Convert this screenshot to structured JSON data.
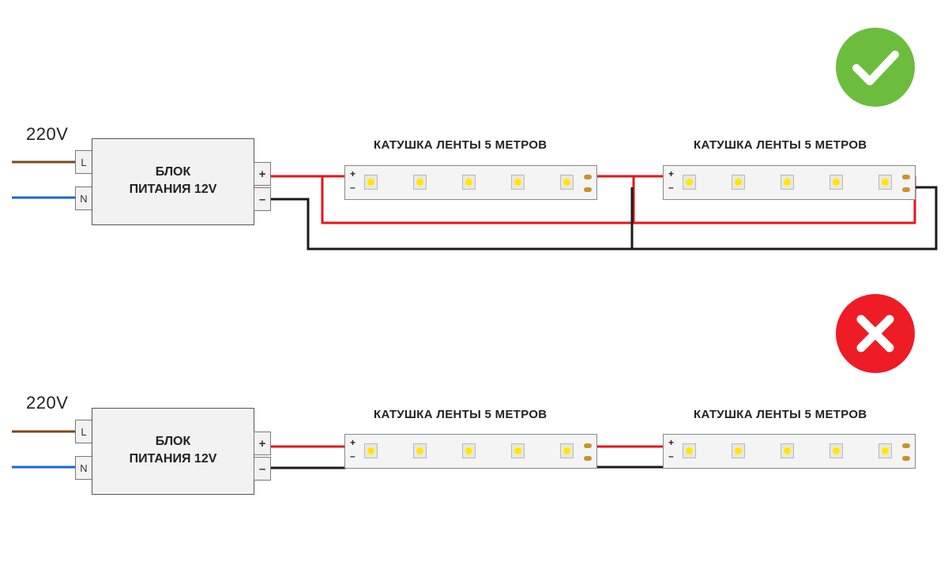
{
  "colors": {
    "positive_wire": "#e8141c",
    "negative_wire": "#1a1a1a",
    "phase_wire": "#7a4a1c",
    "neutral_wire": "#1a66cc",
    "ok_badge": "#6cbd3e",
    "bad_badge": "#ee1c24"
  },
  "correct": {
    "status_icon": "check-icon",
    "voltage_label": "220V",
    "power_supply": {
      "line1": "БЛОК",
      "line2": "ПИТАНИЯ 12V",
      "input_l": "L",
      "input_n": "N",
      "output_plus": "+",
      "output_minus": "–"
    },
    "strips": [
      {
        "title": "КАТУШКА ЛЕНТЫ 5 МЕТРОВ",
        "plus": "+",
        "minus": "–"
      },
      {
        "title": "КАТУШКА ЛЕНТЫ 5 МЕТРОВ",
        "plus": "+",
        "minus": "–"
      }
    ]
  },
  "wrong": {
    "status_icon": "cross-icon",
    "voltage_label": "220V",
    "power_supply": {
      "line1": "БЛОК",
      "line2": "ПИТАНИЯ 12V",
      "input_l": "L",
      "input_n": "N",
      "output_plus": "+",
      "output_minus": "–"
    },
    "strips": [
      {
        "title": "КАТУШКА ЛЕНТЫ 5 МЕТРОВ",
        "plus": "+",
        "minus": "–"
      },
      {
        "title": "КАТУШКА ЛЕНТЫ 5 МЕТРОВ",
        "plus": "+",
        "minus": "–"
      }
    ]
  }
}
